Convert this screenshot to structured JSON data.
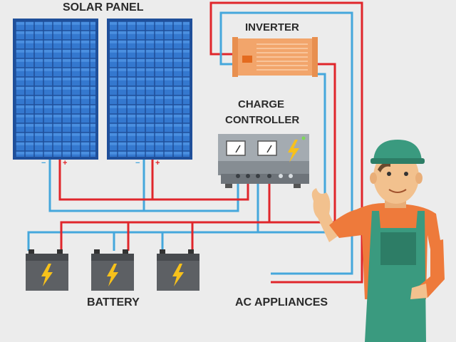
{
  "labels": {
    "solar_panel": "SOLAR PANEL",
    "inverter": "INVERTER",
    "charge_controller_line1": "CHARGE",
    "charge_controller_line2": "CONTROLLER",
    "battery": "BATTERY",
    "ac_appliances": "AC APPLIANCES"
  },
  "terminals": {
    "negative": "−",
    "positive": "+"
  },
  "colors": {
    "background": "#ececec",
    "panel_cell": "#2f6ec4",
    "panel_frame": "#1f4f9a",
    "wire_positive": "#e0262b",
    "wire_negative": "#45a7dc",
    "inverter_body": "#f2a56b",
    "controller_body": "#8e959b",
    "battery_body": "#5d6064",
    "bolt": "#f7c11b",
    "worker_uniform": "#3a9a7f",
    "worker_shirt": "#ee7a3b",
    "worker_skin": "#f2c18e"
  },
  "icons": [
    "solar-panel-icon",
    "inverter-icon",
    "charge-controller-icon",
    "battery-icon",
    "lightning-bolt-icon",
    "worker-illustration"
  ]
}
